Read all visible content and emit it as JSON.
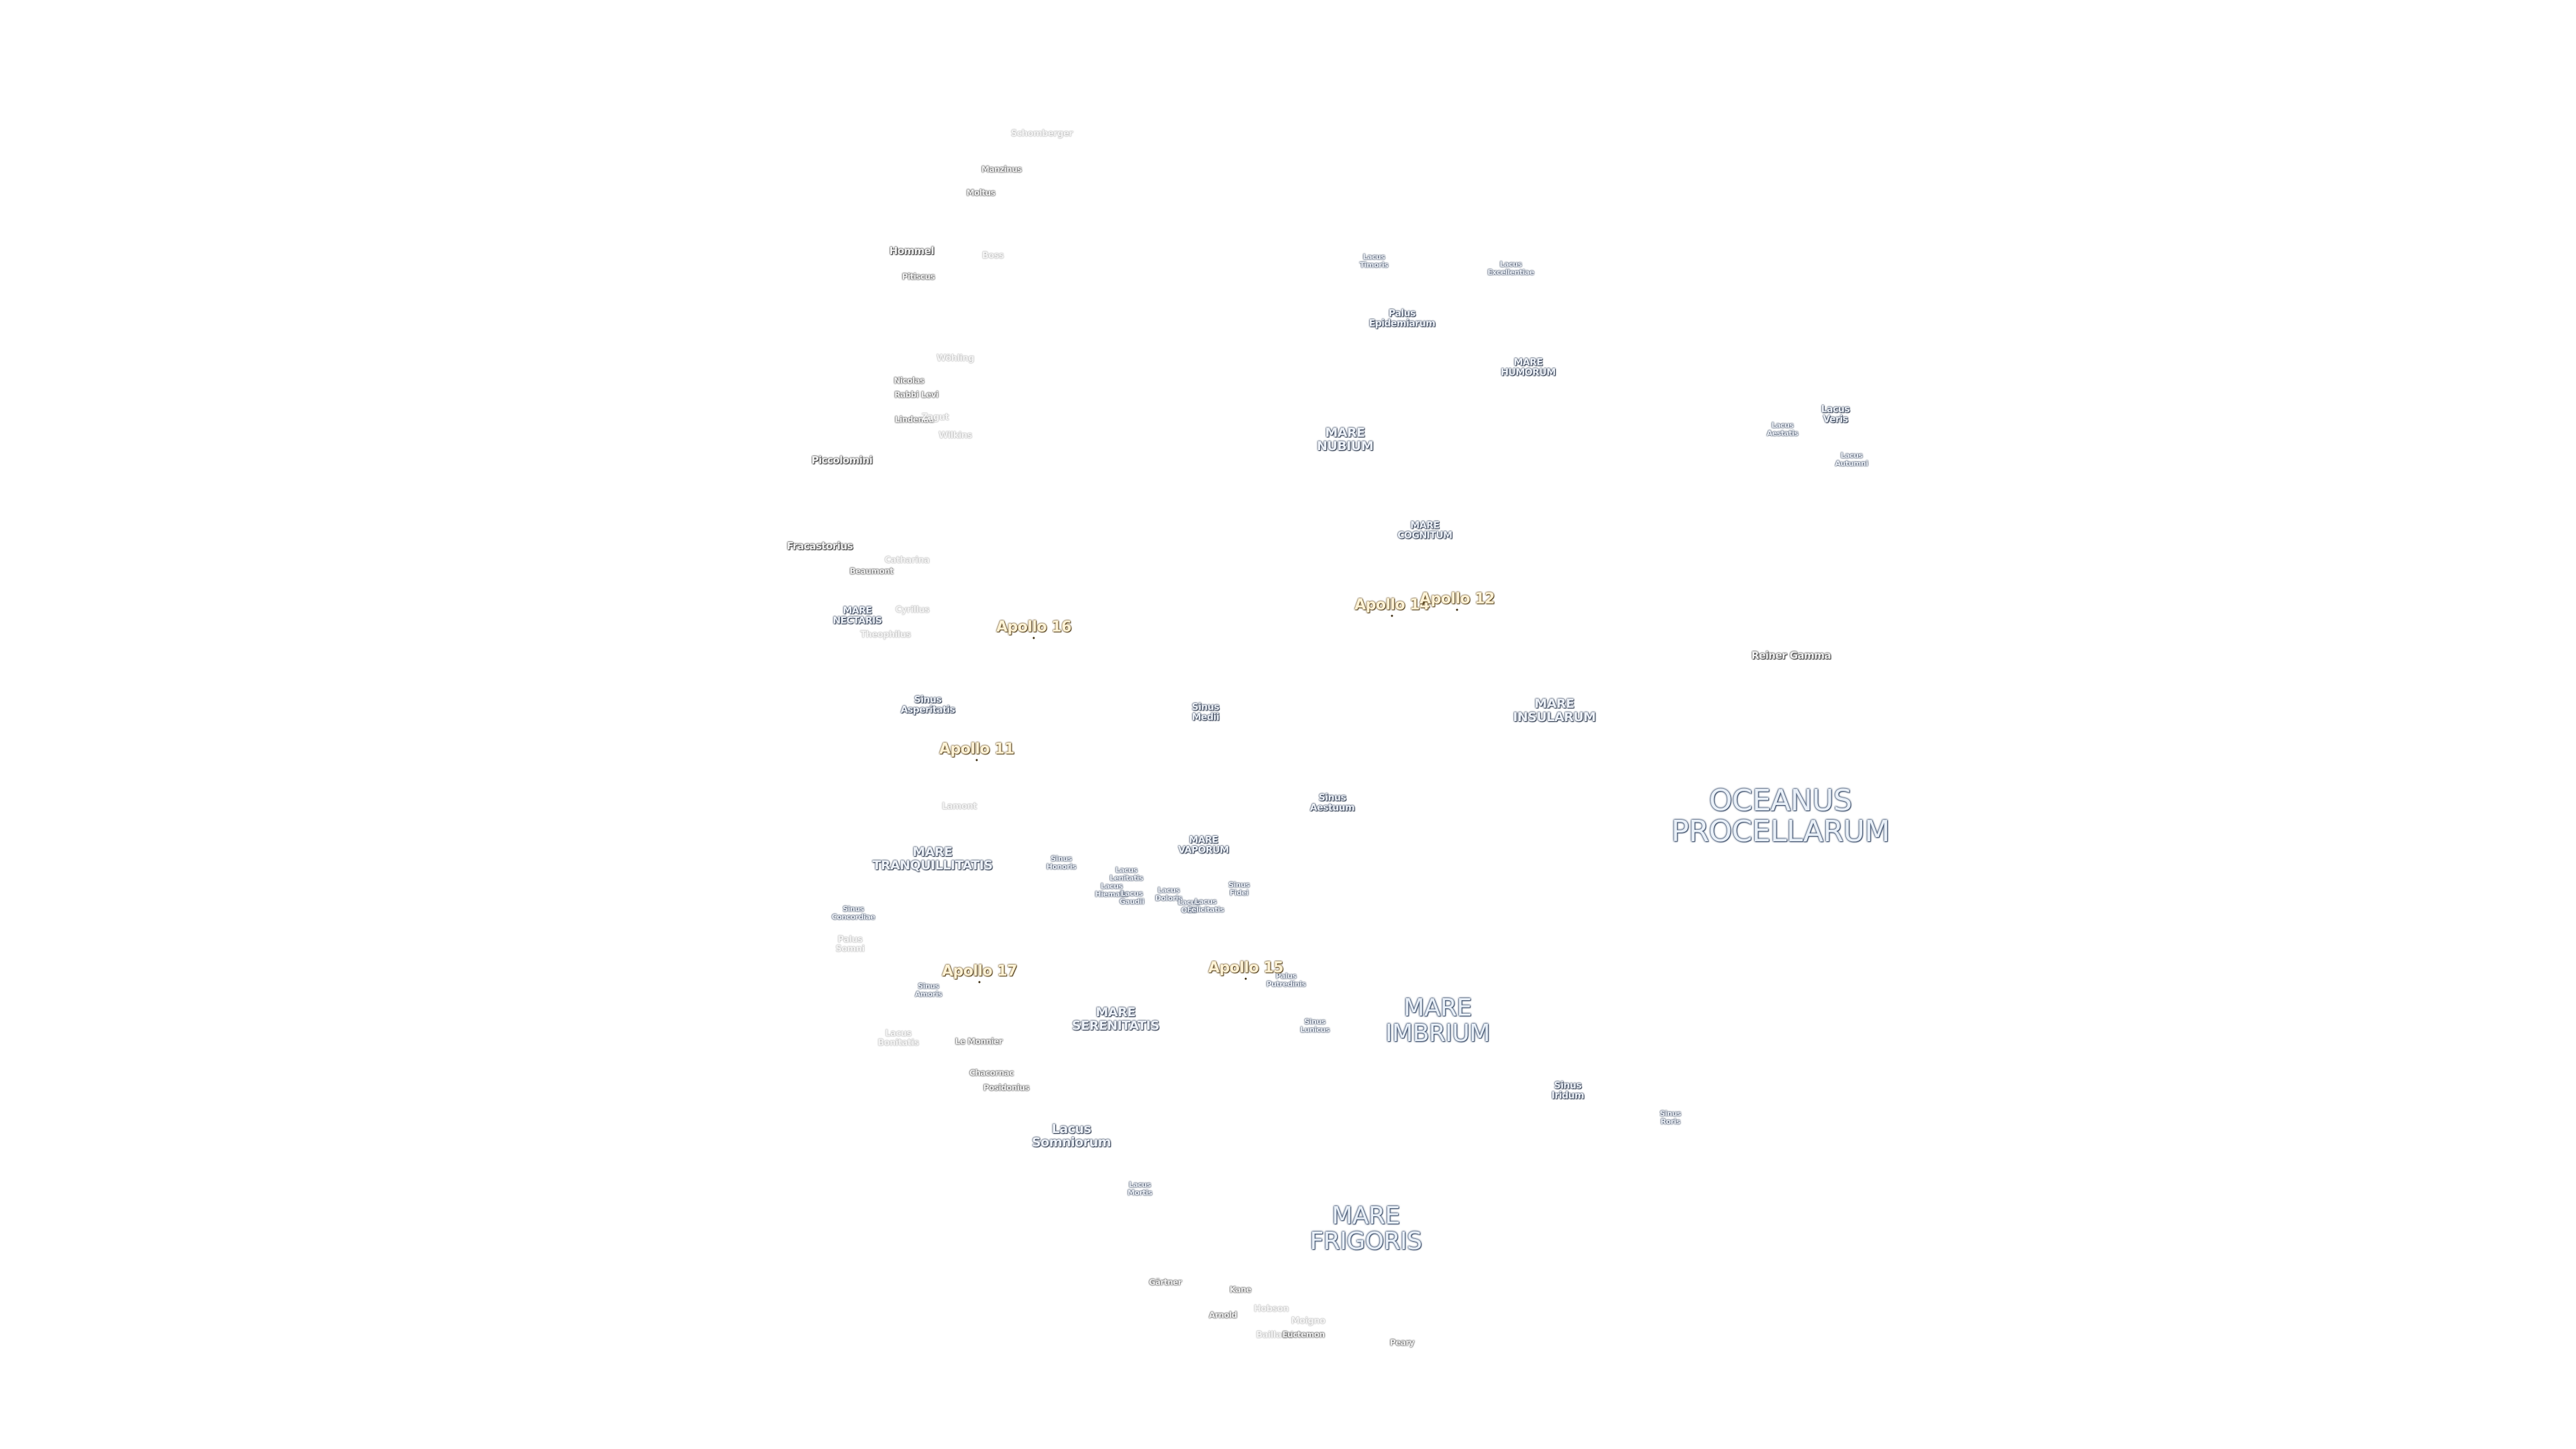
{
  "map": {
    "labels": [
      {
        "text": "Schomberger",
        "kind": "faint"
      },
      {
        "text": "Manzinus",
        "kind": "crater-s"
      },
      {
        "text": "Moltus",
        "kind": "crater-s"
      },
      {
        "text": "Hommel",
        "kind": "crater"
      },
      {
        "text": "Boss",
        "kind": "faint"
      },
      {
        "text": "Pitiscus",
        "kind": "crater-s"
      },
      {
        "text": "Wöhling",
        "kind": "faint"
      },
      {
        "text": "Nicolas",
        "kind": "crater-s"
      },
      {
        "text": "Rabbi Levi",
        "kind": "crater-s"
      },
      {
        "text": "Lindenau",
        "kind": "crater-s"
      },
      {
        "text": "Zagut",
        "kind": "faint"
      },
      {
        "text": "Wilkins",
        "kind": "faint"
      },
      {
        "text": "Piccolomini",
        "kind": "crater"
      },
      {
        "text": "Fracastorius",
        "kind": "crater"
      },
      {
        "text": "Catharina",
        "kind": "faint"
      },
      {
        "text": "Beaumont",
        "kind": "crater-s"
      },
      {
        "text": "Cyrillus",
        "kind": "faint"
      },
      {
        "text": "MARE\nNECTARIS",
        "kind": "sm"
      },
      {
        "text": "Theophilus",
        "kind": "faint"
      },
      {
        "text": "Sinus\nAsperitatis",
        "kind": "sm"
      },
      {
        "text": "Lacus\nTimoris",
        "kind": "xs"
      },
      {
        "text": "Lacus\nExcellentiae",
        "kind": "xs"
      },
      {
        "text": "Palus\nEpidemiarum",
        "kind": "sm"
      },
      {
        "text": "MARE\nHUMORUM",
        "kind": "sm"
      },
      {
        "text": "MARE\nNUBIUM",
        "kind": "mid"
      },
      {
        "text": "Lacus\nVeris",
        "kind": "sm"
      },
      {
        "text": "Lacus\nAestatis",
        "kind": "xs"
      },
      {
        "text": "Lacus\nAutumni",
        "kind": "xs"
      },
      {
        "text": "MARE\nCOGNITUM",
        "kind": "sm"
      },
      {
        "text": "Reiner Gamma",
        "kind": "crater"
      },
      {
        "text": "Sinus\nMedii",
        "kind": "sm"
      },
      {
        "text": "MARE\nINSULARUM",
        "kind": "mid"
      },
      {
        "text": "OCEANUS\nPROCELLARUM",
        "kind": "ocean"
      },
      {
        "text": "Lamont",
        "kind": "faint"
      },
      {
        "text": "Sinus\nAestuum",
        "kind": "sm"
      },
      {
        "text": "MARE\nTRANQUILLITATIS",
        "kind": "mid"
      },
      {
        "text": "MARE\nVAPORUM",
        "kind": "sm"
      },
      {
        "text": "Sinus\nHonoris",
        "kind": "xs"
      },
      {
        "text": "Lacus\nLenitatis",
        "kind": "xs"
      },
      {
        "text": "Lacus\nHiemalis",
        "kind": "xs"
      },
      {
        "text": "Lacus\nGaudii",
        "kind": "xs"
      },
      {
        "text": "Lacus\nDoloris",
        "kind": "xs"
      },
      {
        "text": "Lacus\nOdii",
        "kind": "xs"
      },
      {
        "text": "Lacus\nFelicitatis",
        "kind": "xs"
      },
      {
        "text": "Sinus\nFidei",
        "kind": "xs"
      },
      {
        "text": "Sinus\nConcordiae",
        "kind": "xs"
      },
      {
        "text": "Palus\nSomni",
        "kind": "faint"
      },
      {
        "text": "Sinus\nAmoris",
        "kind": "xs"
      },
      {
        "text": "Palus\nPutredinis",
        "kind": "xs"
      },
      {
        "text": "Lacus\nBonitatis",
        "kind": "faint"
      },
      {
        "text": "Le Monnier",
        "kind": "crater-s"
      },
      {
        "text": "MARE\nSERENITATIS",
        "kind": "mid"
      },
      {
        "text": "Sinus\nLunicus",
        "kind": "xs"
      },
      {
        "text": "MARE\nIMBRIUM",
        "kind": "sea"
      },
      {
        "text": "Chacornac",
        "kind": "crater-s"
      },
      {
        "text": "Posidonius",
        "kind": "crater-s"
      },
      {
        "text": "Sinus\nIridum",
        "kind": "sm"
      },
      {
        "text": "Sinus\nRoris",
        "kind": "xs"
      },
      {
        "text": "Lacus\nSomniorum",
        "kind": "mid"
      },
      {
        "text": "Lacus\nMortis",
        "kind": "xs"
      },
      {
        "text": "MARE\nFRIGORIS",
        "kind": "sea"
      },
      {
        "text": "Gärtner",
        "kind": "crater-s"
      },
      {
        "text": "Kane",
        "kind": "crater-s"
      },
      {
        "text": "Hobson",
        "kind": "faint"
      },
      {
        "text": "Arnold",
        "kind": "crater-s"
      },
      {
        "text": "Moigno",
        "kind": "faint"
      },
      {
        "text": "Baillaud",
        "kind": "faint"
      },
      {
        "text": "Euctemon",
        "kind": "crater-s"
      },
      {
        "text": "Peary",
        "kind": "crater-s"
      }
    ],
    "apollo_sites": [
      {
        "text": "Apollo 16"
      },
      {
        "text": "Apollo 14"
      },
      {
        "text": "Apollo 12"
      },
      {
        "text": "Apollo 11"
      },
      {
        "text": "Apollo 17"
      },
      {
        "text": "Apollo 15"
      }
    ]
  }
}
